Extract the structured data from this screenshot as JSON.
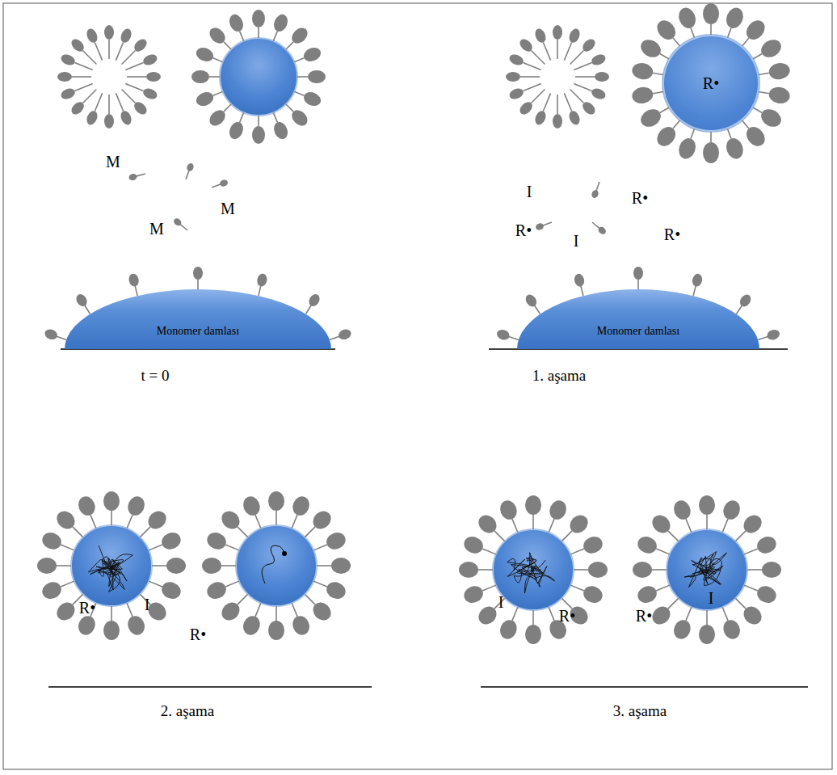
{
  "diagram": {
    "nodes": [
      {
        "text": [
          "Monomer damlası"
        ]
      },
      {
        "text": [
          "R•"
        ]
      },
      {
        "text": [
          "Monomer damlası"
        ]
      }
    ],
    "labels": [
      "M",
      "M",
      "M",
      "t = 0",
      "I",
      "R•",
      "R•",
      "I",
      "R•",
      "1. aşama",
      "R•",
      "R•",
      "I",
      "2. aşama",
      "I",
      "R•",
      "R•",
      "I",
      "3. aşama"
    ]
  }
}
